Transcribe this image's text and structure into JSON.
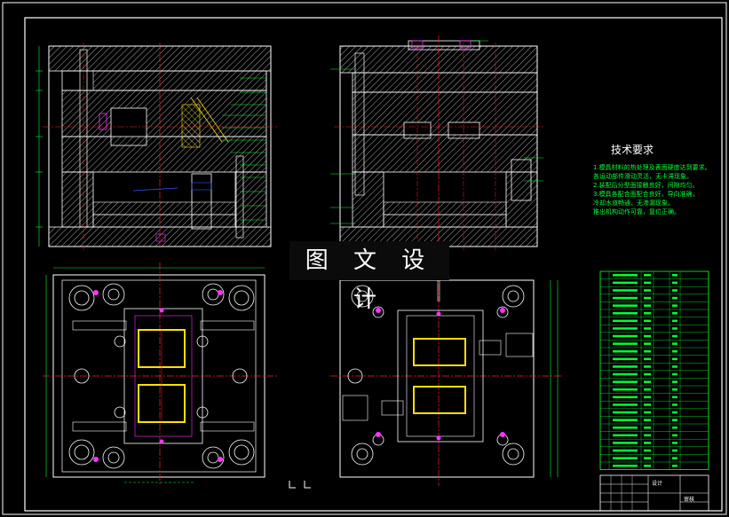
{
  "watermark": "图 文 设 计",
  "tech_requirements": {
    "title": "技术要求",
    "notes": [
      "1.模具材料的热处理及表面硬度达到要求。",
      "  各运动部件滑动灵活，无卡滞现象。",
      "2.装配后分型面接触良好，间隙均匀。",
      "3.模具各配合面配合良好，导向准确，",
      "  冷却水道畅通，无渗漏现象。",
      "  推出机构动作可靠，复位正确。"
    ]
  },
  "colors": {
    "background": "#000000",
    "outline": "#ffffff",
    "centerline": "#ff2222",
    "dimension": "#00ff33",
    "hatch": "#ffffff",
    "cavity": "#ffe000",
    "accent_magenta": "#ff33ff",
    "blue": "#3355ff"
  },
  "bom": {
    "row_count": 26,
    "title_block": {
      "label_a": "设计",
      "label_b": "审核"
    }
  }
}
